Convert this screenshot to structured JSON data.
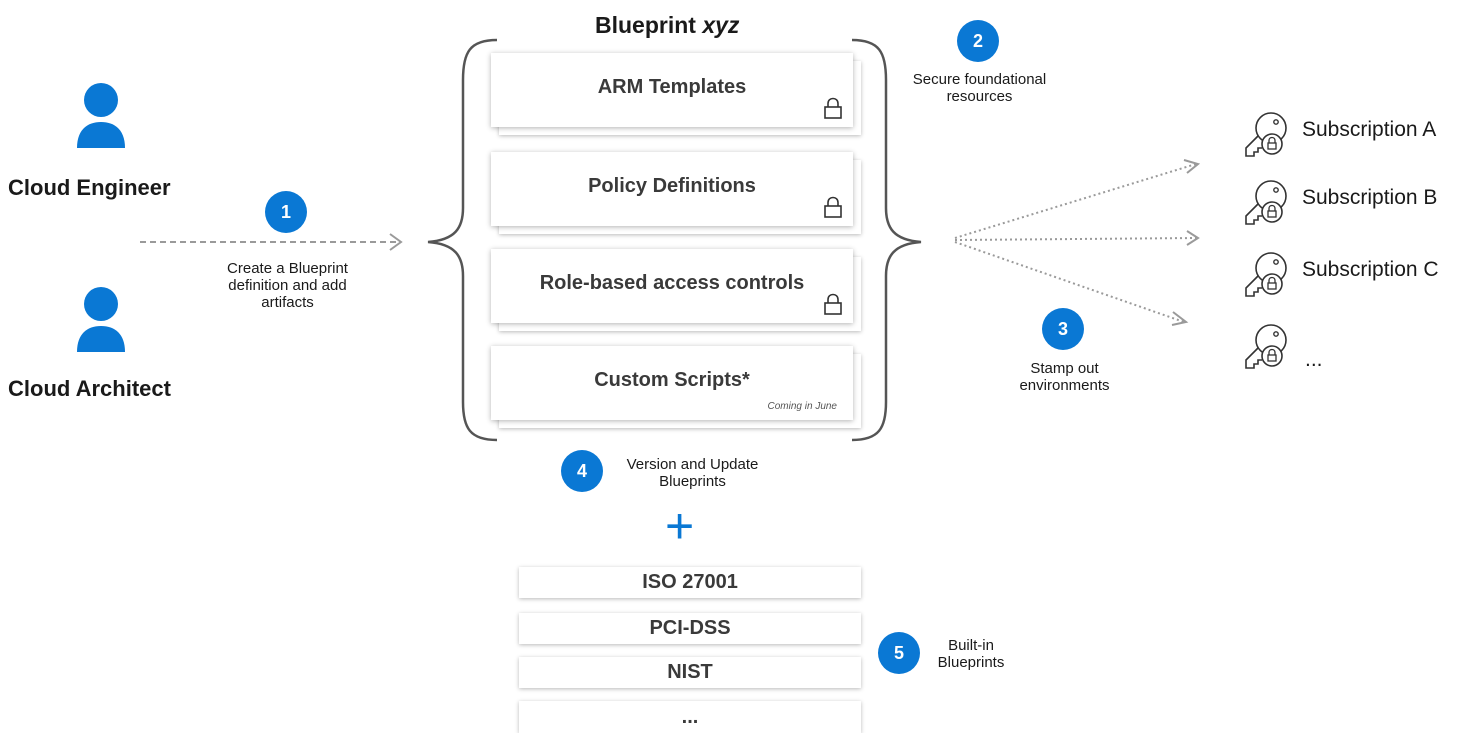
{
  "roles": [
    {
      "label": "Cloud Engineer"
    },
    {
      "label": "Cloud Architect"
    }
  ],
  "steps": [
    {
      "number": "1",
      "caption": "Create a Blueprint definition and add artifacts"
    },
    {
      "number": "2",
      "caption": "Secure foundational resources"
    },
    {
      "number": "3",
      "caption": "Stamp out environments"
    },
    {
      "number": "4",
      "caption": "Version and Update Blueprints"
    },
    {
      "number": "5",
      "caption": "Built-in Blueprints"
    }
  ],
  "blueprint": {
    "title_prefix": "Blueprint",
    "title_name": "xyz",
    "artifacts": [
      {
        "label": "ARM Templates",
        "icon": "lock-icon"
      },
      {
        "label": "Policy Definitions",
        "icon": "lock-icon"
      },
      {
        "label": "Role-based access controls",
        "icon": "lock-icon"
      },
      {
        "label": "Custom Scripts*",
        "note": "Coming in June"
      }
    ]
  },
  "plus_symbol": "+",
  "builtin_blueprints": [
    "ISO 27001",
    "PCI-DSS",
    "NIST",
    "..."
  ],
  "subscriptions": [
    {
      "label": "Subscription A",
      "icon": "subscription-key-icon"
    },
    {
      "label": "Subscription B",
      "icon": "subscription-key-icon"
    },
    {
      "label": "Subscription C",
      "icon": "subscription-key-icon"
    },
    {
      "label": "...",
      "icon": "subscription-key-icon"
    }
  ],
  "colors": {
    "accent": "#0a78d4",
    "arrow": "#9a9a9a",
    "brace": "#555555"
  }
}
